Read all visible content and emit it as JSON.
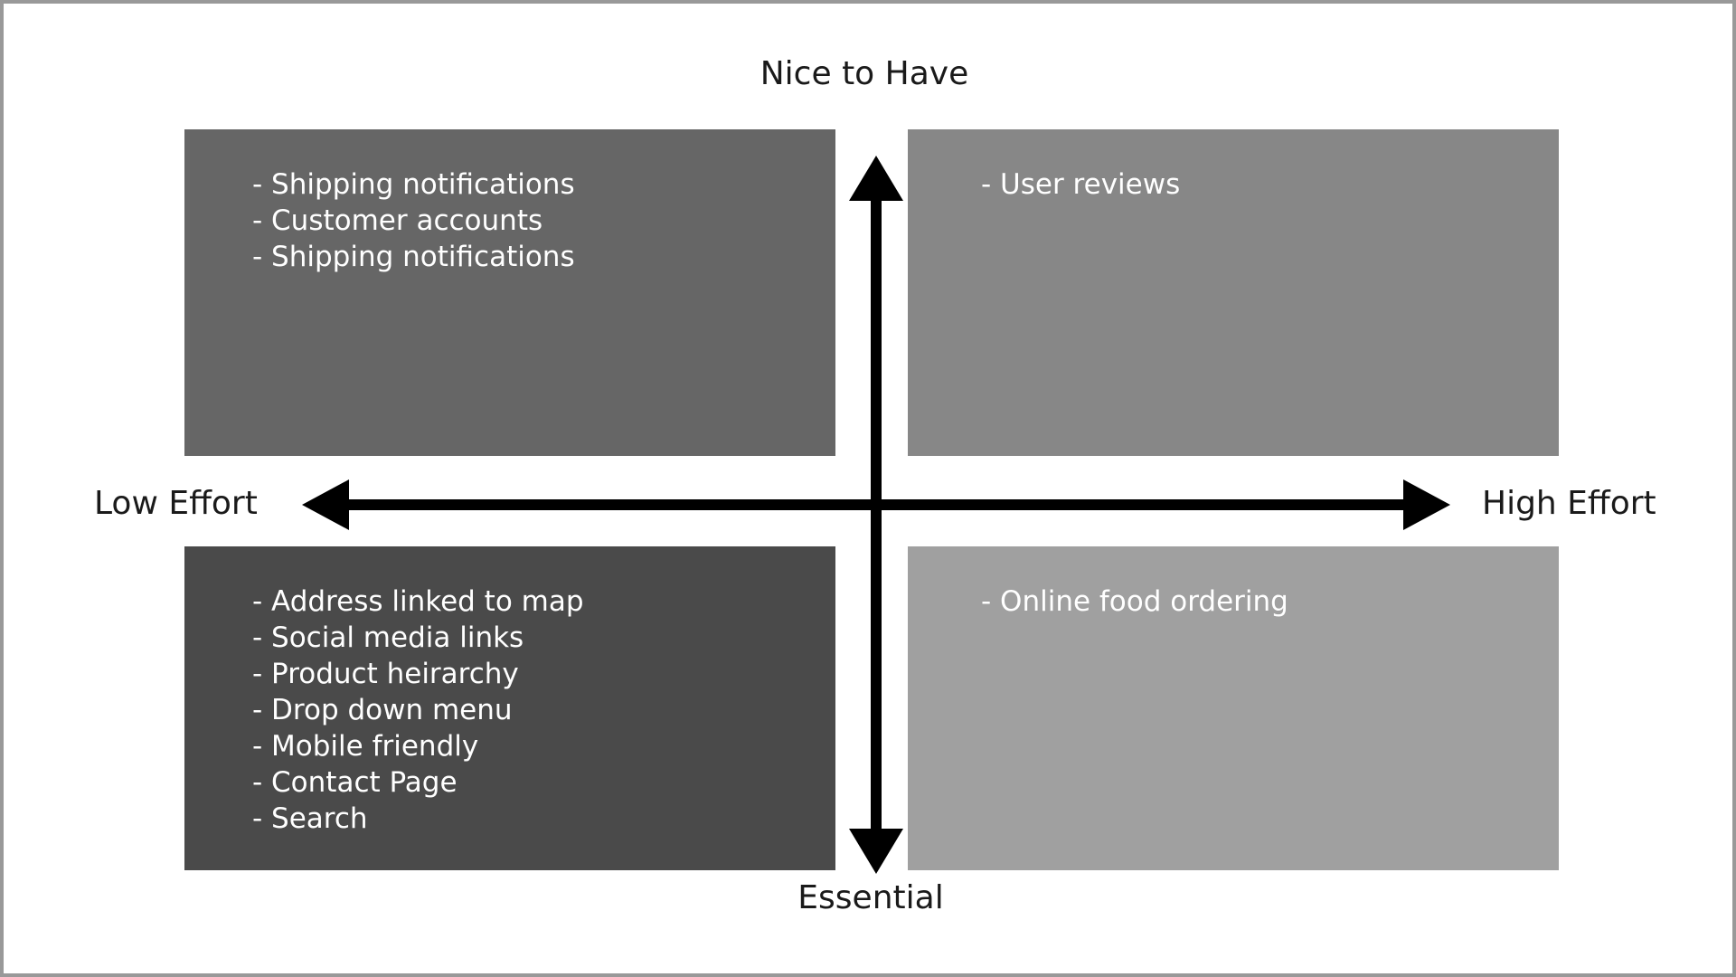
{
  "diagram": {
    "type": "prioritization-matrix",
    "axes": {
      "vertical": {
        "top_label": "Nice to Have",
        "bottom_label": "Essential"
      },
      "horizontal": {
        "left_label": "Low Effort",
        "right_label": "High Effort"
      }
    },
    "colors": {
      "frame_border": "#999999",
      "background": "#ffffff",
      "axis_line": "#000000",
      "text_dark": "#1a1a1a",
      "text_light": "#ffffff",
      "quadrant_low_effort_nice_to_have": "#666666",
      "quadrant_high_effort_nice_to_have": "#878787",
      "quadrant_low_effort_essential": "#4a4a4a",
      "quadrant_high_effort_essential": "#a0a0a0"
    },
    "quadrants": [
      {
        "id": "low-effort-nice-to-have",
        "position": "top-left",
        "items": [
          "- Shipping notifications",
          "- Customer accounts",
          "- Shipping notifications"
        ]
      },
      {
        "id": "high-effort-nice-to-have",
        "position": "top-right",
        "items": [
          "- User reviews"
        ]
      },
      {
        "id": "low-effort-essential",
        "position": "bottom-left",
        "items": [
          "- Address linked to map",
          "- Social media links",
          "- Product heirarchy",
          "- Drop down menu",
          "- Mobile friendly",
          "- Contact Page",
          "- Search"
        ]
      },
      {
        "id": "high-effort-essential",
        "position": "bottom-right",
        "items": [
          "- Online food ordering"
        ]
      }
    ]
  }
}
